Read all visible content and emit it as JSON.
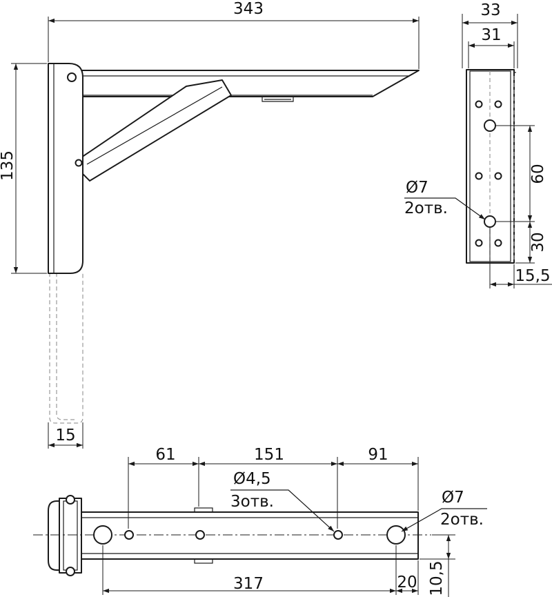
{
  "side_view": {
    "dim_length": "343",
    "dim_height": "135",
    "dim_thickness": "15"
  },
  "end_view": {
    "dim_outer_width": "33",
    "dim_inner_width": "31",
    "dim_hole_spacing": "60",
    "dim_hole_bottom": "30",
    "dim_hole_offset": "15,5",
    "hole_note_diameter": "Ø7",
    "hole_note_count": "2отв."
  },
  "top_view": {
    "dim_a": "61",
    "dim_b": "151",
    "dim_c": "91",
    "dim_overall": "317",
    "dim_end": "20",
    "dim_offset": "10,5",
    "small_holes_diameter": "Ø4,5",
    "small_holes_count": "3отв.",
    "large_holes_diameter": "Ø7",
    "large_holes_count": "2отв."
  }
}
